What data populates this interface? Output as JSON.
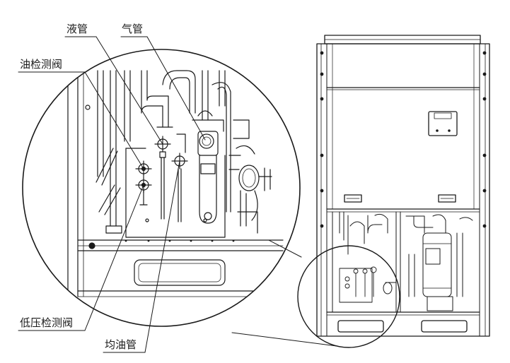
{
  "labels": {
    "liquid_pipe": "液管",
    "gas_pipe": "气管",
    "oil_check_valve": "油检测阀",
    "low_pressure_check_valve": "低压检测阀",
    "oil_balance_pipe": "均油管"
  },
  "colors": {
    "line": "#1a1a1a",
    "background": "#ffffff"
  }
}
